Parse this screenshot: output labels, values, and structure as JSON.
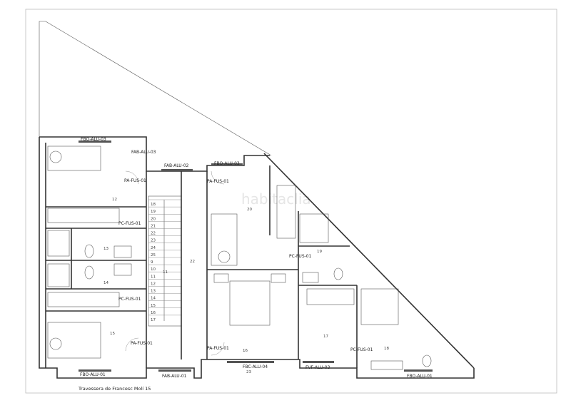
{
  "watermark": "habitaclia",
  "street": "Travessera de Francesc Molí 15",
  "labels": {
    "fbo_alu_03_top_left": "FBO-ALU-03",
    "fab_alu_03": "FAB-ALU-03",
    "fab_alu_02": "FAB-ALU-02",
    "fbo_alu_03_top_mid": "FBO-ALU-03",
    "pa_fus_01_a": "PA-FUS-01",
    "pa_fus_01_b": "PA-FUS-01",
    "pc_fus_01_a": "PC-FUS-01",
    "pc_fus_01_b": "PC-FUS-01",
    "pc_fus_01_c": "PC-FUS-01",
    "pc_fus_01_d": "PC-FUS-01",
    "pa_fus_01_c": "PA-FUS-01",
    "pa_fus_01_d": "PA-FUS-01",
    "fbo_alu_01_left": "FBO-ALU-01",
    "fab_alu_01": "FAB-ALU-01",
    "fbc_alu_04": "FBC-ALU-04",
    "fvf_alu_03": "FVF-ALU-03",
    "fbo_alu_01_right": "FBO-ALU-01"
  },
  "rooms": {
    "r12": "12",
    "r13": "13",
    "r14": "14",
    "r15": "15",
    "r11": "11",
    "r22": "22",
    "r20": "20",
    "r19": "19",
    "r16": "16",
    "r17": "17",
    "r18": "18",
    "r23": "23"
  },
  "steps": [
    "18",
    "19",
    "20",
    "21",
    "22",
    "23",
    "24",
    "25",
    "9",
    "10",
    "11",
    "12",
    "13",
    "14",
    "15",
    "16",
    "17"
  ]
}
